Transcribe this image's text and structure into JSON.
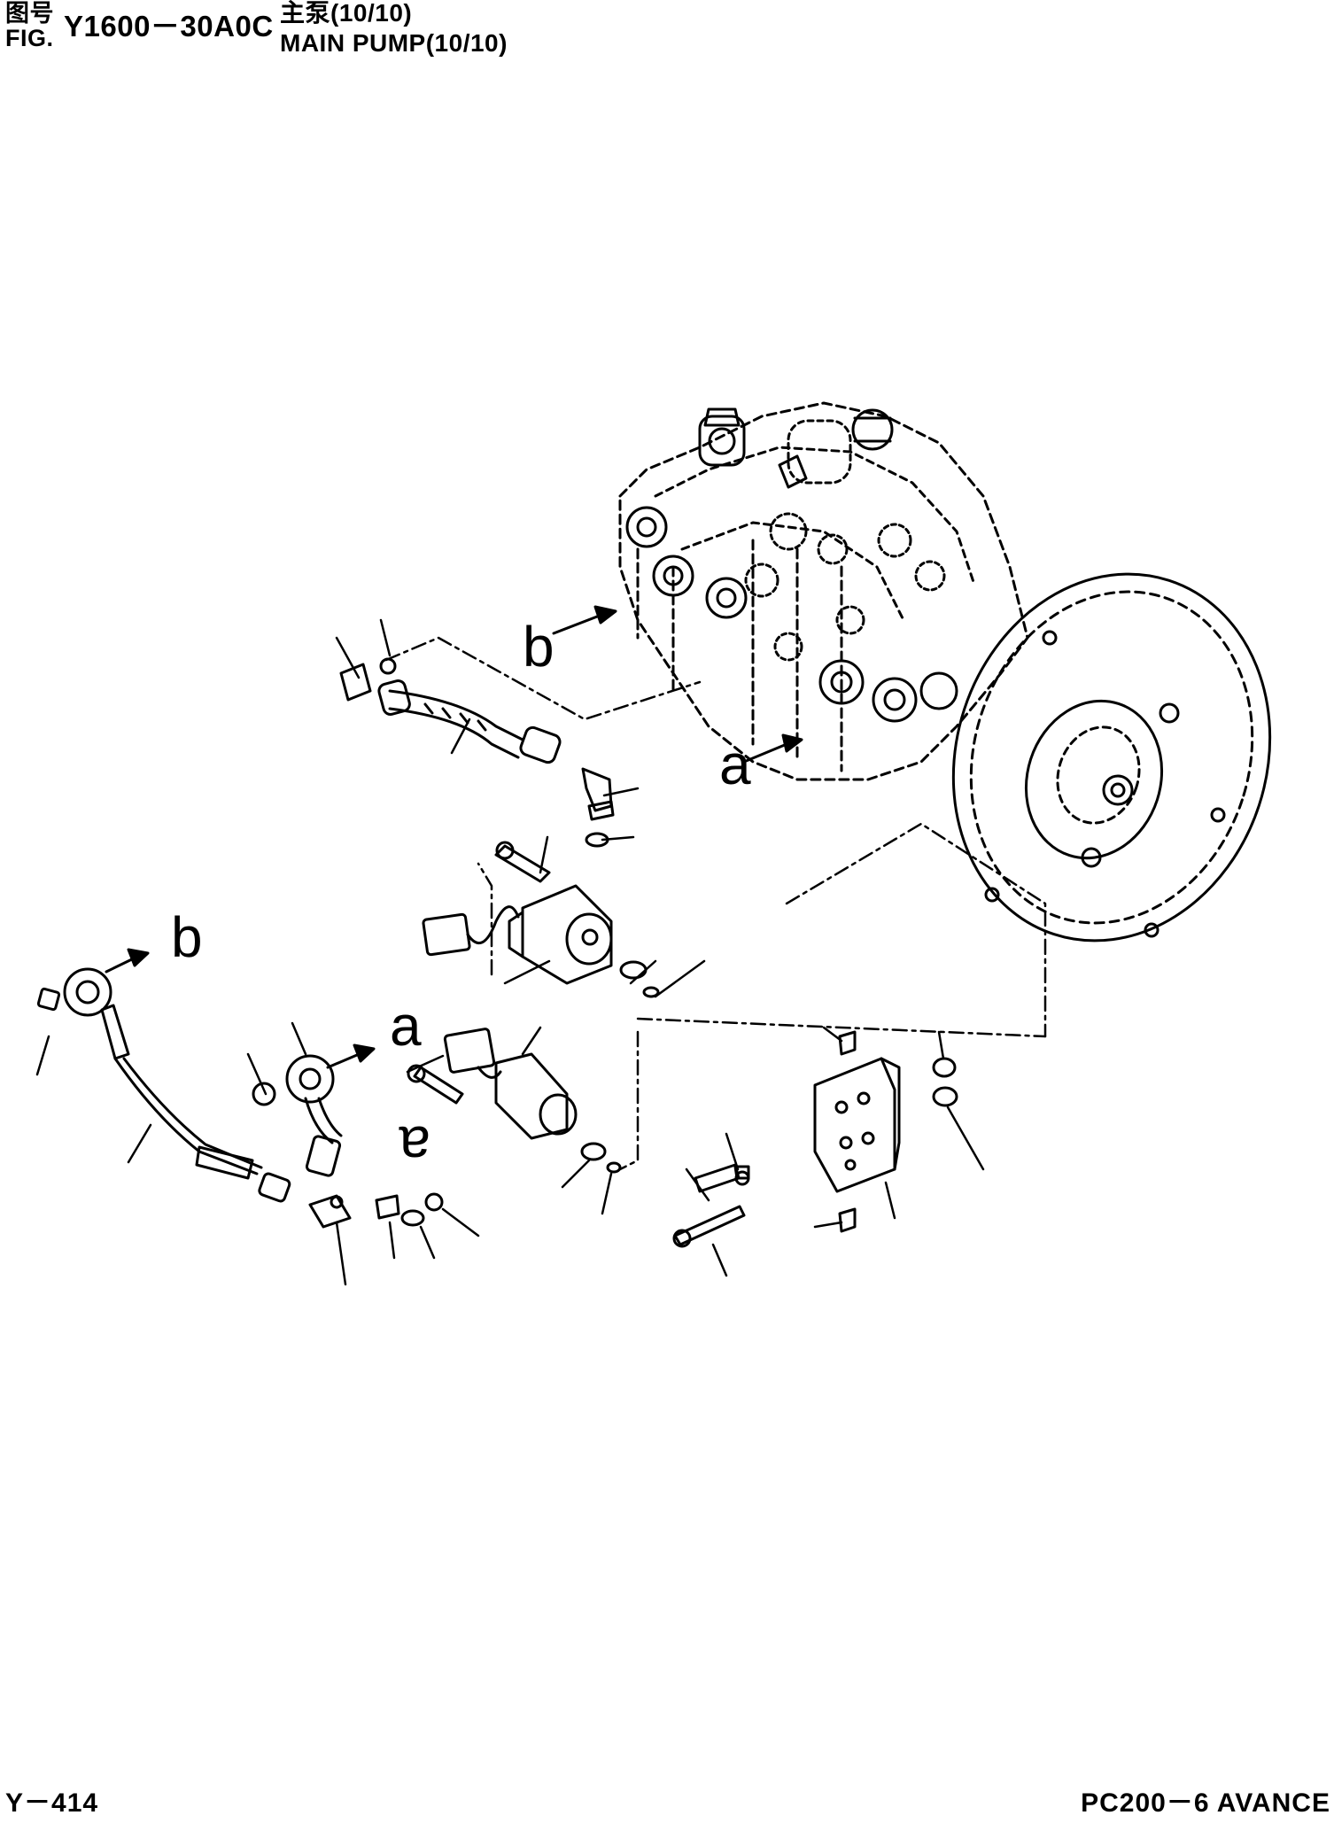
{
  "header": {
    "label_cn": "图号",
    "label_en": "FIG.",
    "fig_code": "Y1600－30A0C",
    "title_cn": "主泵(10/10)",
    "title_en": "MAIN PUMP(10/10)"
  },
  "callouts": {
    "a_top": "a",
    "b_top": "b",
    "b_left": "b",
    "a_mid": "a",
    "a_lower": "a"
  },
  "footer": {
    "page_number": "Y－414",
    "model": "PC200－6 AVANCE"
  }
}
